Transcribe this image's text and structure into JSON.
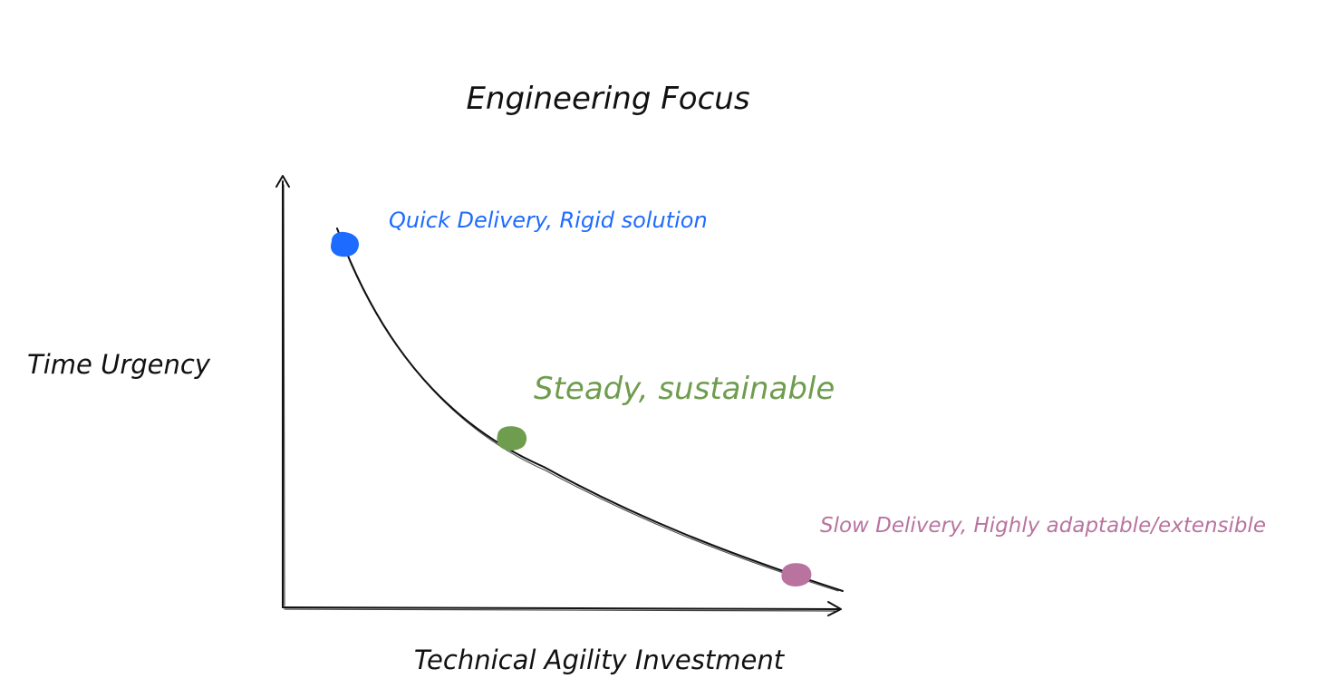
{
  "title": "Engineering Focus",
  "axes": {
    "x_label": "Technical Agility Investment",
    "y_label": "Time Urgency"
  },
  "points": [
    {
      "id": "quick",
      "label": "Quick Delivery, Rigid solution",
      "color": "#1e6bff"
    },
    {
      "id": "steady",
      "label": "Steady, sustainable",
      "color": "#6f9d4e"
    },
    {
      "id": "slow",
      "label": "Slow Delivery, Highly adaptable/extensible",
      "color": "#b8749f"
    }
  ],
  "colors": {
    "ink": "#111111",
    "background": "#ffffff"
  }
}
